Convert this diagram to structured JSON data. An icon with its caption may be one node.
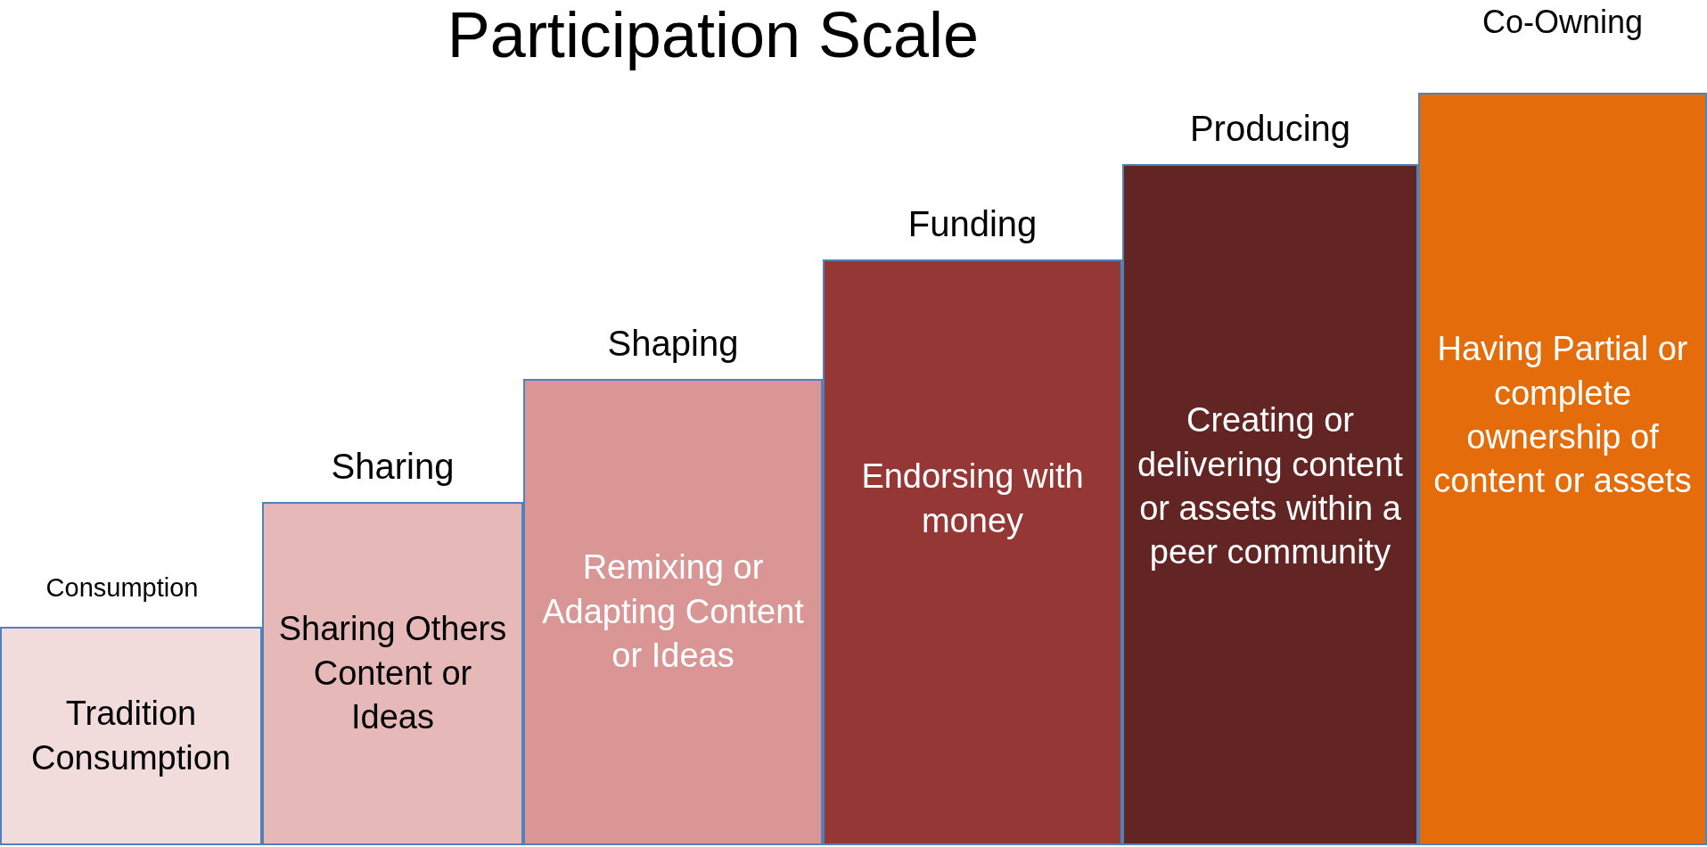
{
  "diagram": {
    "title": "Participation Scale",
    "nodes": [
      {
        "text": [
          "Consumption",
          "Tradition Consumption"
        ]
      },
      {
        "text": [
          "Sharing",
          "Sharing Others Content or Ideas"
        ]
      },
      {
        "text": [
          "Shaping",
          "Remixing or Adapting Content or Ideas"
        ]
      },
      {
        "text": [
          "Funding",
          "Endorsing with money"
        ]
      },
      {
        "text": [
          "Producing",
          "Creating or delivering content or assets within a peer community"
        ]
      },
      {
        "text": [
          "Co-Owning",
          "Having Partial or complete ownership of content or assets"
        ]
      }
    ]
  }
}
